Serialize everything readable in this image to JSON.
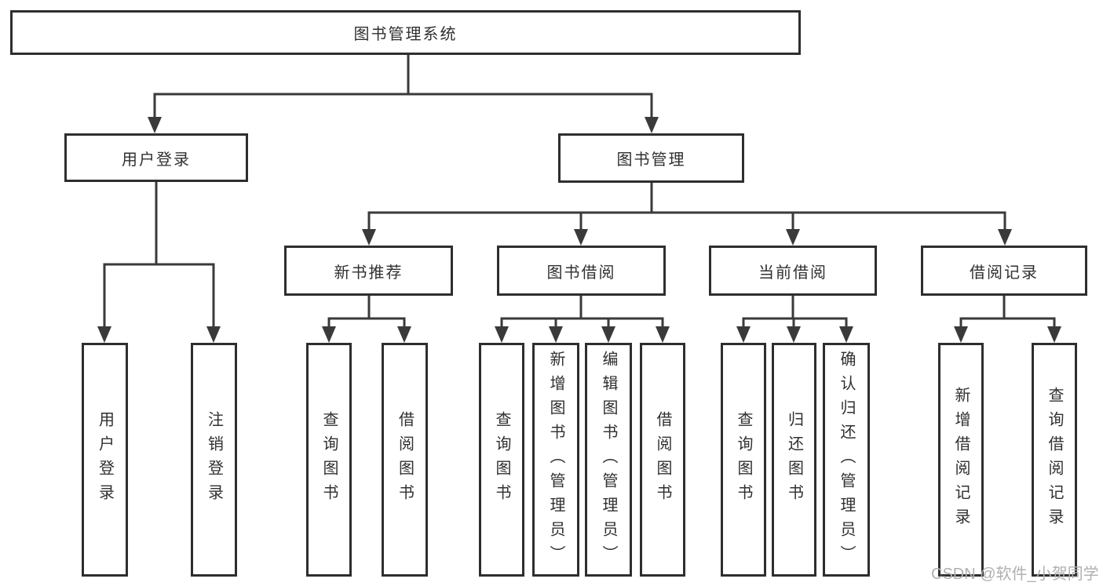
{
  "diagram_title": "图书管理系统",
  "nodes": {
    "root": "图书管理系统",
    "user_login": "用户登录",
    "book_mgmt": "图书管理",
    "new_book_rec": "新书推荐",
    "book_borrow": "图书借阅",
    "current_borrow": "当前借阅",
    "borrow_record": "借阅记录",
    "leaf_user_login": "用户登录",
    "leaf_logout": "注销登录",
    "leaf_query_book_a": "查询图书",
    "leaf_borrow_book_a": "借阅图书",
    "leaf_query_book_b": "查询图书",
    "leaf_add_book_admin": "新增图书（管理员）",
    "leaf_edit_book_admin": "编辑图书（管理员）",
    "leaf_borrow_book_b": "借阅图书",
    "leaf_query_book_c": "查询图书",
    "leaf_return_book": "归还图书",
    "leaf_confirm_return_admin": "确认归还（管理员）",
    "leaf_add_borrow_record": "新增借阅记录",
    "leaf_query_borrow_record": "查询借阅记录"
  },
  "hierarchy": {
    "图书管理系统": {
      "用户登录": [
        "用户登录",
        "注销登录"
      ],
      "图书管理": {
        "新书推荐": [
          "查询图书",
          "借阅图书"
        ],
        "图书借阅": [
          "查询图书",
          "新增图书（管理员）",
          "编辑图书（管理员）",
          "借阅图书"
        ],
        "当前借阅": [
          "查询图书",
          "归还图书",
          "确认归还（管理员）"
        ],
        "借阅记录": [
          "新增借阅记录",
          "查询借阅记录"
        ]
      }
    }
  },
  "colors": {
    "line": "#3a3a3a",
    "box_border": "#2e2e2e",
    "text": "#303030",
    "background": "#ffffff",
    "watermark": "#b0b0b0"
  },
  "watermark": "CSDN @软件_小贺同学"
}
